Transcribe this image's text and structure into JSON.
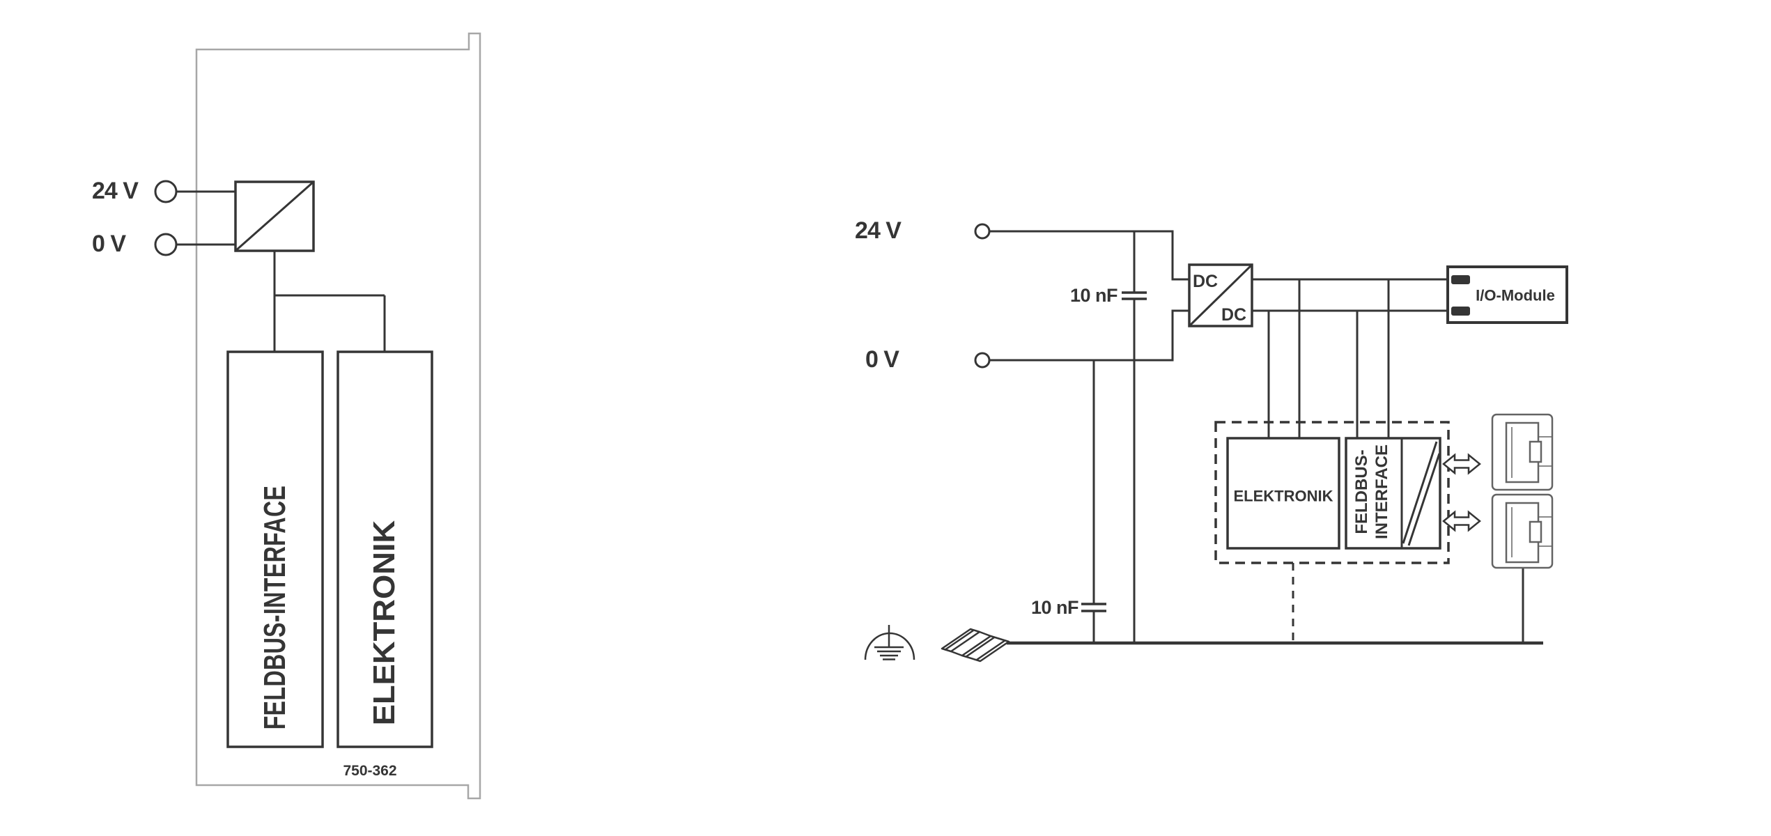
{
  "left_diagram": {
    "supply_24v": "24 V",
    "supply_0v": "0 V",
    "fieldbus_interface": "FELDBUS-INTERFACE",
    "electronics": "ELEKTRONIK",
    "part_number": "750-362"
  },
  "right_diagram": {
    "supply_24v": "24 V",
    "supply_0v": "0 V",
    "capacitor_top": "10 nF",
    "capacitor_bottom": "10 nF",
    "dc_converter_top": "DC",
    "dc_converter_bottom": "DC",
    "electronics": "ELEKTRONIK",
    "fieldbus_line1": "FELDBUS-",
    "fieldbus_line2": "INTERFACE",
    "io_module": "I/O-Module"
  },
  "icons": {
    "earth_ground": "earth-ground-icon",
    "din_rail": "din-rail-icon",
    "rj45_port": "rj45-port-icon",
    "bidirectional_arrow": "bidirectional-arrow-icon"
  },
  "colors": {
    "line": "#353535",
    "module_outline": "#a7a7a7",
    "connector": "#636363",
    "background": "#ffffff"
  }
}
